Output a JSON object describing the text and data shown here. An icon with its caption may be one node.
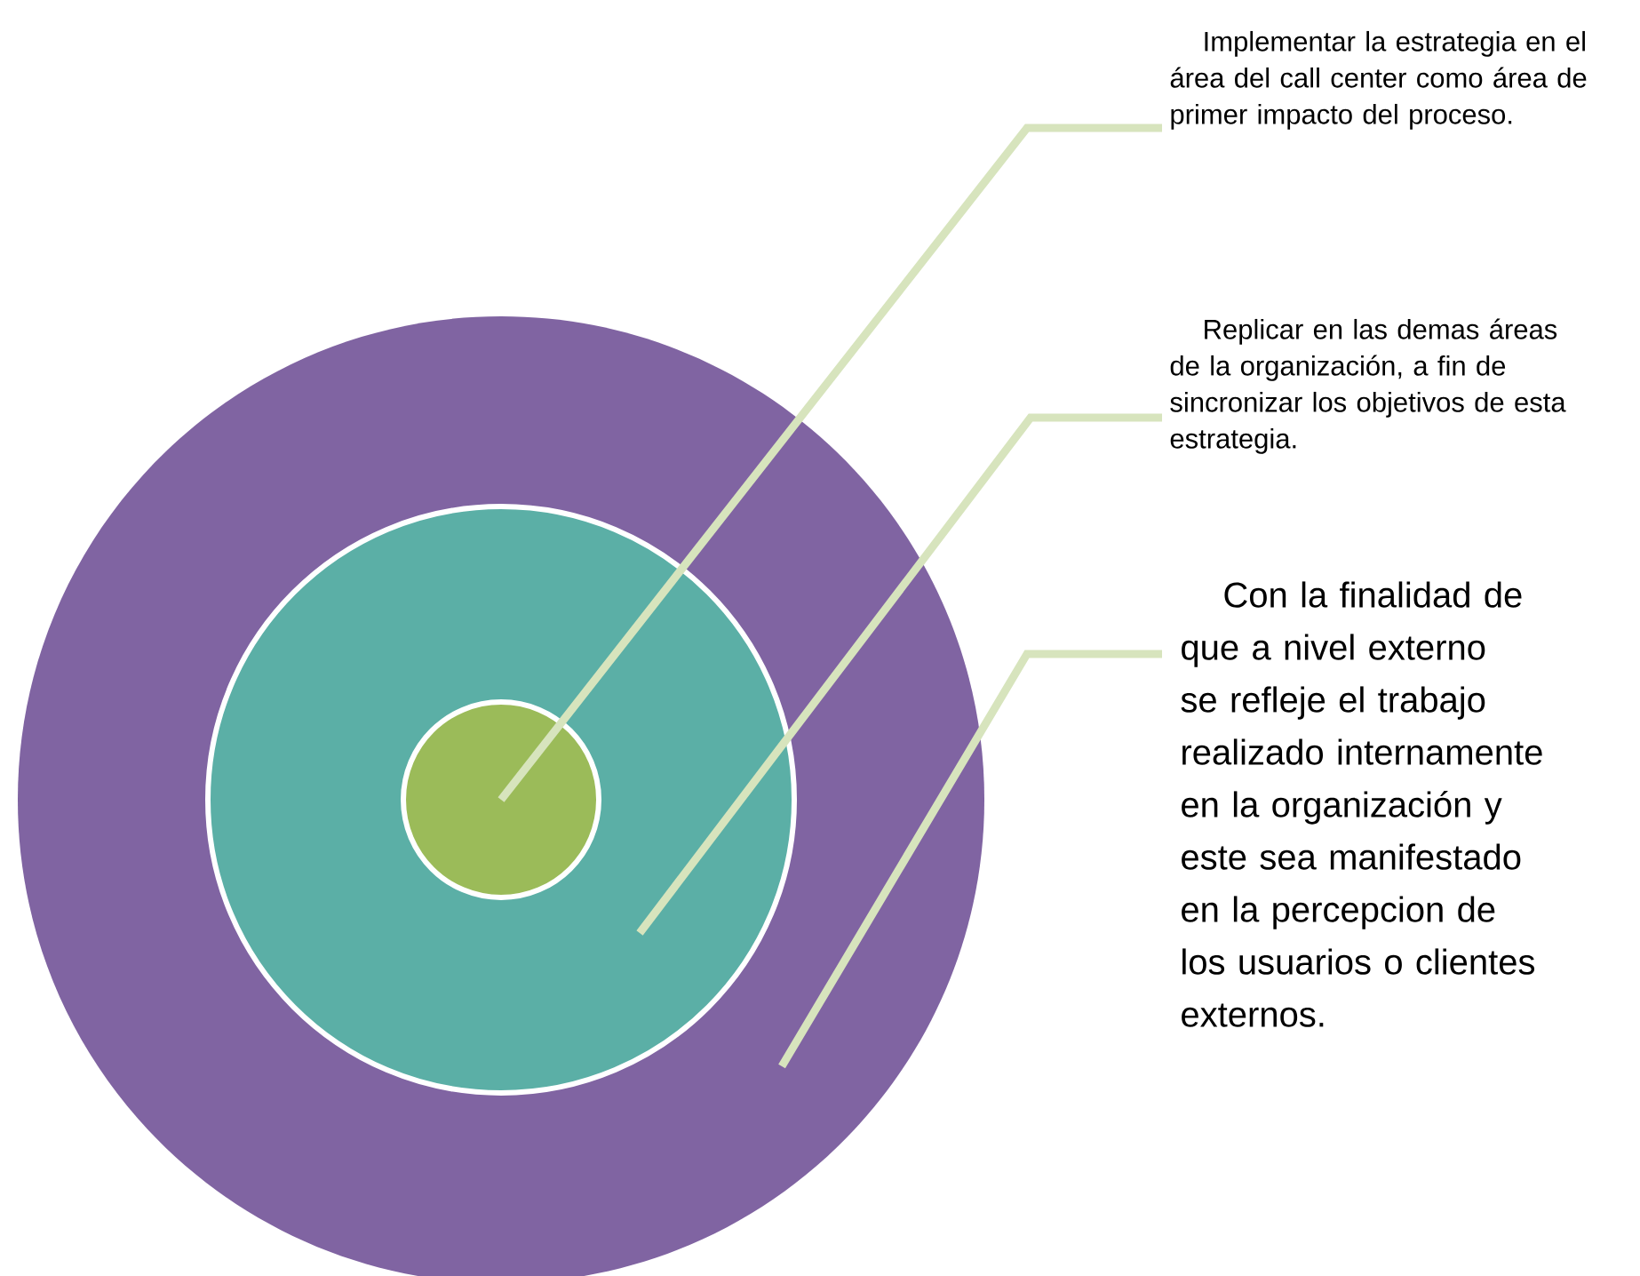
{
  "diagram": {
    "nodes": [
      {
        "text": [],
        "shape": "circle"
      },
      {
        "text": [],
        "shape": "circle",
        "in": 0
      },
      {
        "text": [],
        "shape": "circle",
        "in": 1
      },
      {
        "text": [
          "Implementar la estrategia en el área del call center como área de primer impacto del proceso."
        ]
      },
      {
        "text": [
          "Replicar en las demas áreas de la organización, a fin de sincronizar los objetivos de esta estrategia."
        ]
      },
      {
        "text": [
          "Con la finalidad de que a nivel externo se refleje el trabajo realizado internamente en la organización y este sea manifestado en la percepcion de los usuarios o clientes externos."
        ]
      }
    ],
    "edges": [
      {
        "from": 3,
        "to": 2,
        "arrow": "none"
      },
      {
        "from": 4,
        "to": 1,
        "arrow": "none"
      },
      {
        "from": 5,
        "to": 0,
        "arrow": "none"
      }
    ]
  }
}
